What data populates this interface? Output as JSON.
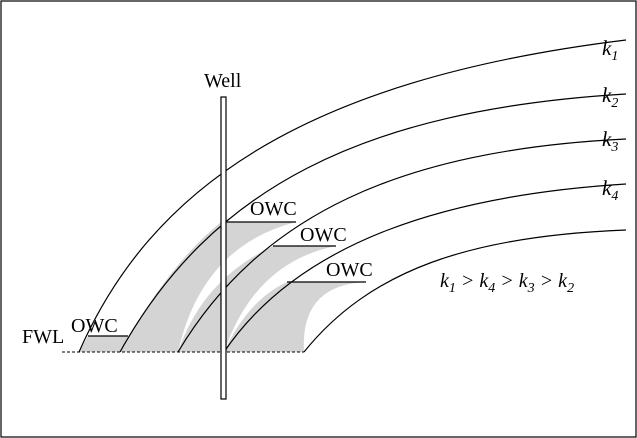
{
  "well_label": "Well",
  "fwl_label": "FWL",
  "owc_labels": [
    "OWC",
    "OWC",
    "OWC",
    "OWC"
  ],
  "layers": [
    {
      "label": "k",
      "sub": "1"
    },
    {
      "label": "k",
      "sub": "2"
    },
    {
      "label": "k",
      "sub": "3"
    },
    {
      "label": "k",
      "sub": "4"
    }
  ],
  "relation": [
    {
      "label": "k",
      "sub": "1",
      "op": " > "
    },
    {
      "label": "k",
      "sub": "4",
      "op": " > "
    },
    {
      "label": "k",
      "sub": "3",
      "op": " > "
    },
    {
      "label": "k",
      "sub": "2",
      "op": ""
    }
  ],
  "colors": {
    "oil_fill": "#d4d4d4",
    "line": "#000000",
    "border": "#000000"
  }
}
